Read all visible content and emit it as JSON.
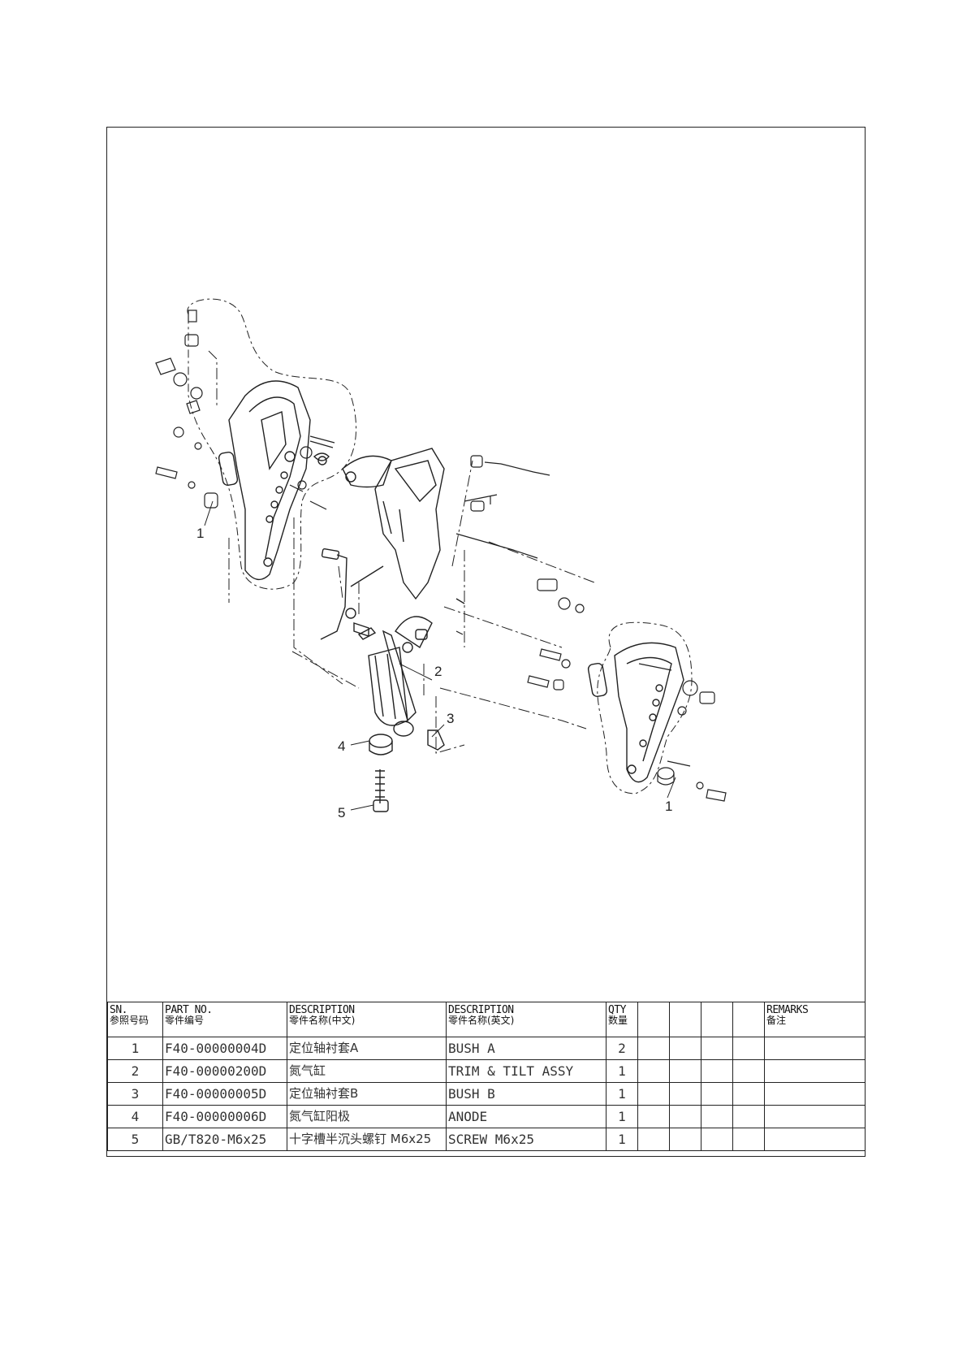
{
  "callouts": [
    "1",
    "2",
    "3",
    "4",
    "5",
    "1"
  ],
  "table": {
    "headers": {
      "sn": {
        "en": "SN.",
        "zh": "参照号码"
      },
      "part_no": {
        "en": "PART NO.",
        "zh": "零件编号"
      },
      "desc_cn": {
        "en": "DESCRIPTION",
        "zh": "零件名称(中文)"
      },
      "desc_en": {
        "en": "DESCRIPTION",
        "zh": "零件名称(英文)"
      },
      "qty": {
        "en": "QTY",
        "zh": "数量"
      },
      "remarks": {
        "en": "REMARKS",
        "zh": "备注"
      }
    },
    "rows": [
      {
        "sn": "1",
        "part_no": "F40-00000004D",
        "desc_cn": "定位轴衬套A",
        "desc_en": "BUSH A",
        "qty": "2",
        "remarks": ""
      },
      {
        "sn": "2",
        "part_no": "F40-00000200D",
        "desc_cn": "氮气缸",
        "desc_en": "TRIM & TILT ASSY",
        "qty": "1",
        "remarks": ""
      },
      {
        "sn": "3",
        "part_no": "F40-00000005D",
        "desc_cn": "定位轴衬套B",
        "desc_en": "BUSH B",
        "qty": "1",
        "remarks": ""
      },
      {
        "sn": "4",
        "part_no": "F40-00000006D",
        "desc_cn": "氮气缸阳极",
        "desc_en": "ANODE",
        "qty": "1",
        "remarks": ""
      },
      {
        "sn": "5",
        "part_no": "GB/T820-M6x25",
        "desc_cn": "十字槽半沉头螺钉 M6x25",
        "desc_en": "SCREW M6x25",
        "qty": "1",
        "remarks": ""
      }
    ]
  }
}
